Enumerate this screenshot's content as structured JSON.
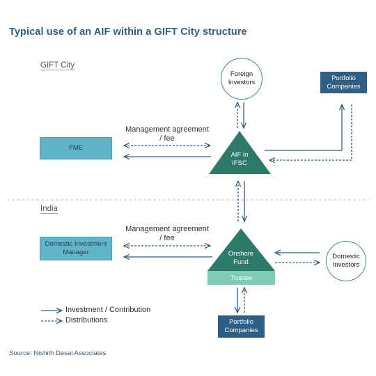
{
  "title": "Typical use of an AIF within a GIFT City structure",
  "sections": {
    "gift_city": "GIFT City",
    "india": "India"
  },
  "nodes": {
    "foreign_investors": "Foreign Investors",
    "portfolio_companies_gift": "Portfolio Companies",
    "fme": "FME",
    "aif_in_ifsc": "AIF in IFSC",
    "domestic_investment_manager": "Domestic Investment Manager",
    "onshore_fund": "Onshore Fund",
    "trustee": "Trustee",
    "domestic_investors": "Domestic Investors",
    "portfolio_companies_india": "Portfolio Companies"
  },
  "edge_labels": {
    "management_gift": "Management agreement / fee",
    "management_india": "Management agreement / fee"
  },
  "legend": {
    "investment": "Investment / Contribution",
    "distributions": "Distributions"
  },
  "source": "Source: Nishith Desai Associates",
  "colors": {
    "title": "#2f5e86",
    "teal_box": "#60b6c8",
    "navy_box": "#2d5f87",
    "triangle": "#2e7a6a",
    "trustee": "#7fcbb5",
    "arrow": "#2f5e86"
  }
}
